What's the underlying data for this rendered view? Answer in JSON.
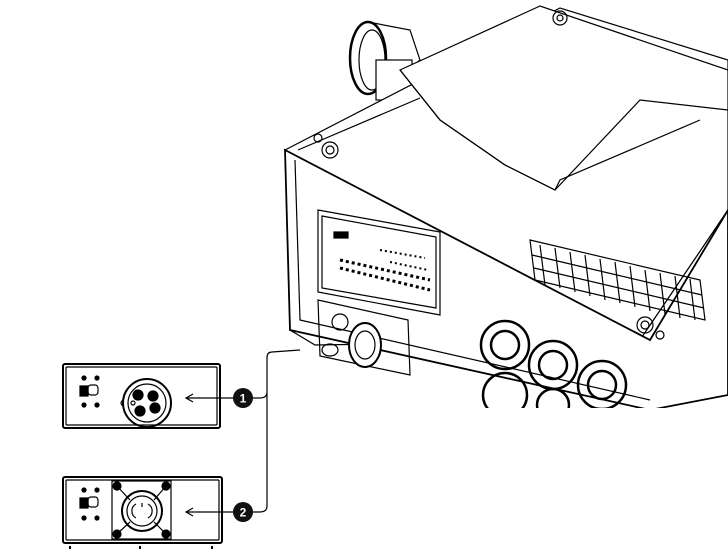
{
  "callouts": [
    {
      "number": "1",
      "label_target": "power-inlet-type-1"
    },
    {
      "number": "2",
      "label_target": "power-inlet-type-2"
    }
  ],
  "colors": {
    "line": "#000000",
    "background": "#ffffff",
    "callout_fill": "#111111"
  }
}
